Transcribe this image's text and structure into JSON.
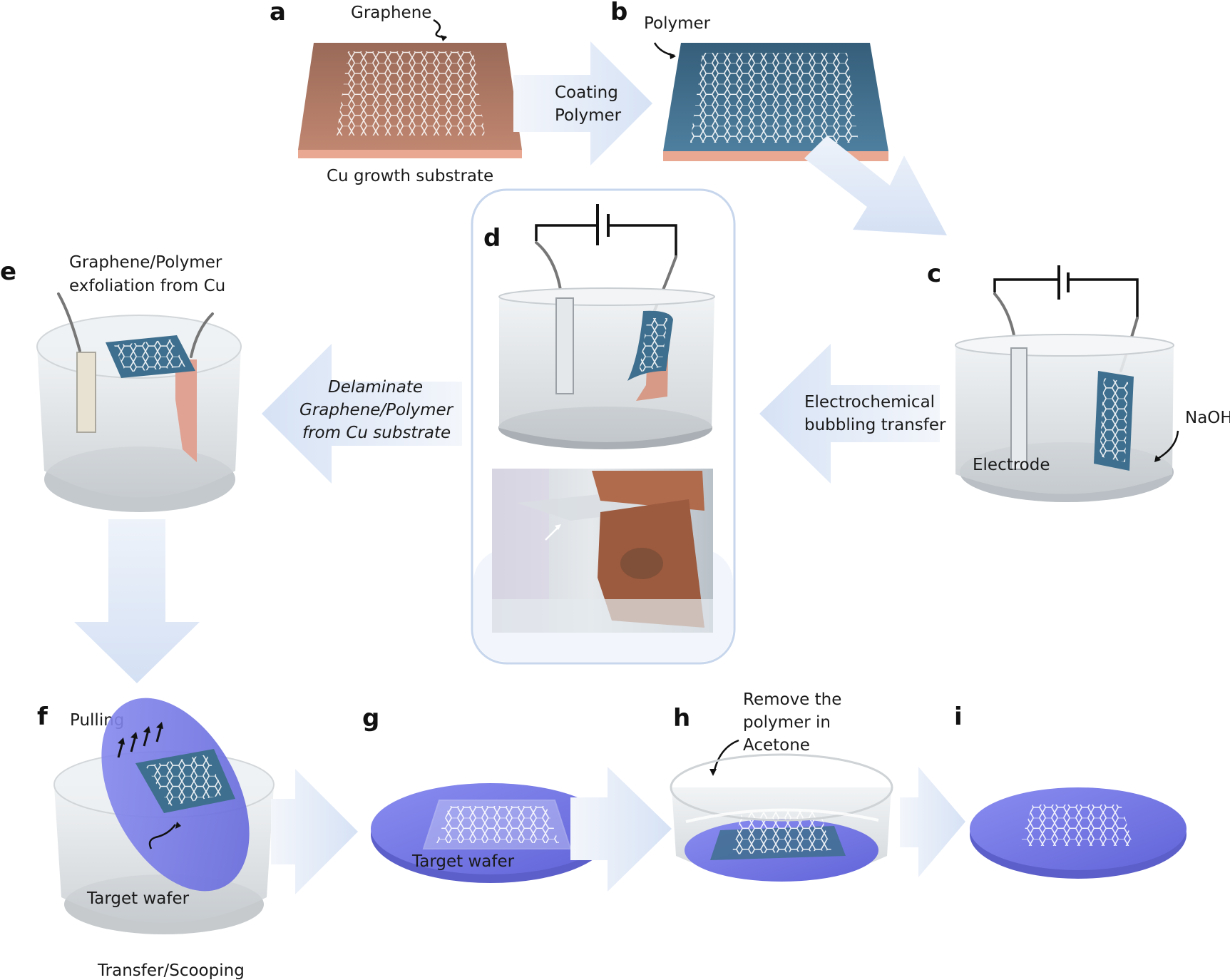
{
  "panels": {
    "a": {
      "letter": "a",
      "top_label": "Graphene",
      "bottom_label": "Cu growth substrate"
    },
    "b": {
      "letter": "b",
      "label": "Polymer"
    },
    "c": {
      "letter": "c",
      "electrode_label": "Electrode",
      "solution_label": "NaOH"
    },
    "d": {
      "letter": "d"
    },
    "e": {
      "letter": "e",
      "label_line1": "Graphene/Polymer",
      "label_line2": "exfoliation from Cu"
    },
    "f": {
      "letter": "f",
      "pull_label": "Pulling",
      "wafer_label": "Target wafer",
      "bottom_label": "Transfer/Scooping"
    },
    "g": {
      "letter": "g",
      "wafer_label": "Target wafer"
    },
    "h": {
      "letter": "h",
      "label_line1": "Remove the",
      "label_line2": "polymer in",
      "label_line3": "Acetone"
    },
    "i": {
      "letter": "i"
    }
  },
  "arrows": {
    "a_to_b": {
      "line1": "Coating",
      "line2": "Polymer"
    },
    "c_to_d": {
      "line1": "Electrochemical",
      "line2": "bubbling transfer"
    },
    "d_to_e": {
      "line1": "Delaminate",
      "line2": "Graphene/Polymer",
      "line3": "from Cu substrate"
    }
  },
  "colors": {
    "copper": "#b87a62",
    "polymer": "#3f6f8e",
    "wafer": "#7a7de8",
    "water": "#dde2e6",
    "arrow": "#dfe8f6"
  }
}
